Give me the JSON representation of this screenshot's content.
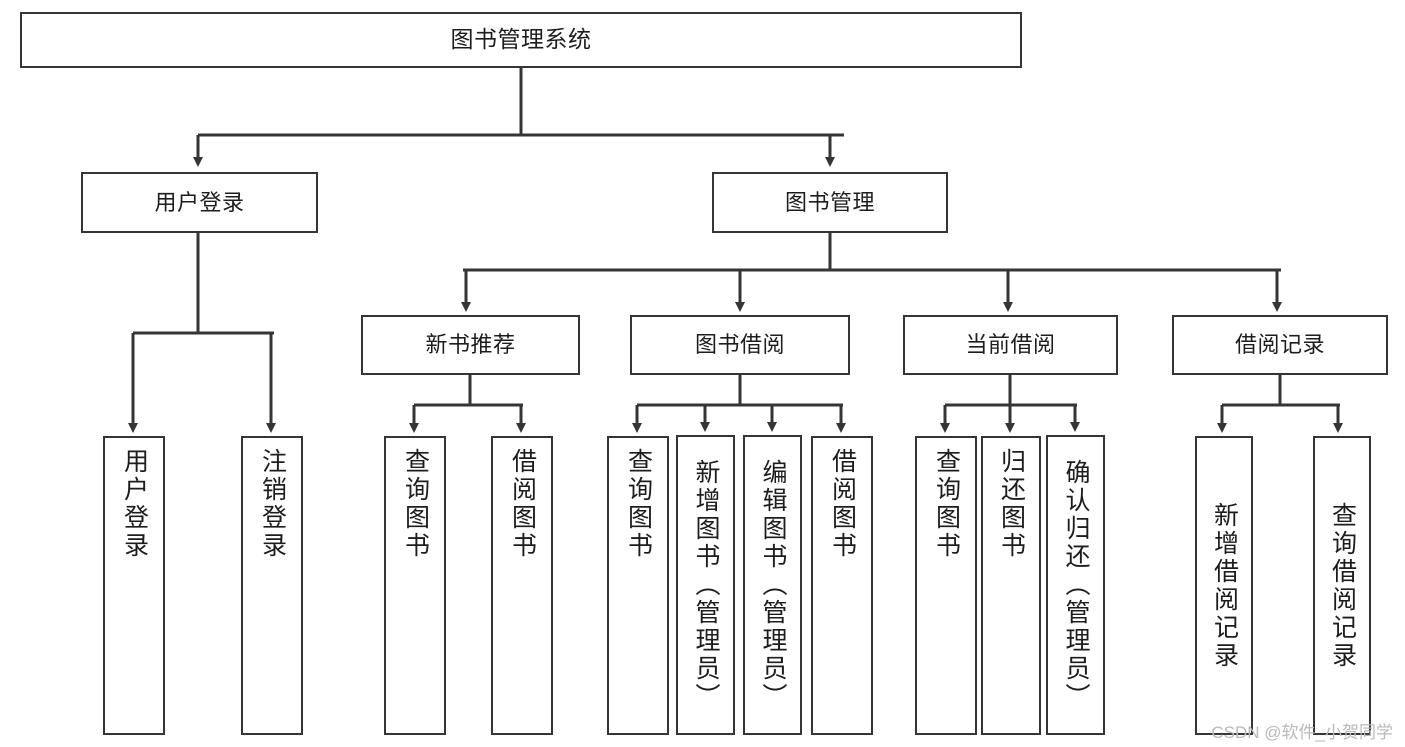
{
  "diagram": {
    "title": "图书管理系统",
    "type": "tree-hierarchy-diagram",
    "colors": {
      "background": "#ffffff",
      "box_border": "#353535",
      "box_fill": "#ffffff",
      "text": "#1d1d1d",
      "edge": "#353535",
      "watermark": "#b9b9b9"
    },
    "root": {
      "label": "图书管理系统"
    },
    "level2": [
      {
        "label": "用户登录"
      },
      {
        "label": "图书管理"
      }
    ],
    "level3": [
      {
        "label": "新书推荐"
      },
      {
        "label": "图书借阅"
      },
      {
        "label": "当前借阅"
      },
      {
        "label": "借阅记录"
      }
    ],
    "leaves": {
      "user_login": [
        {
          "label": "用户登录"
        },
        {
          "label": "注销登录"
        }
      ],
      "new_book_recommend": [
        {
          "label": "查询图书"
        },
        {
          "label": "借阅图书"
        }
      ],
      "book_borrow": [
        {
          "label": "查询图书"
        },
        {
          "label": "新增图书（管理员）"
        },
        {
          "label": "编辑图书（管理员）"
        },
        {
          "label": "借阅图书"
        }
      ],
      "current_borrow": [
        {
          "label": "查询图书"
        },
        {
          "label": "归还图书"
        },
        {
          "label": "确认归还（管理员）"
        }
      ],
      "borrow_record": [
        {
          "label": "新增借阅记录"
        },
        {
          "label": "查询借阅记录"
        }
      ]
    }
  },
  "watermark": {
    "text": "CSDN @软件_小贺同学"
  }
}
